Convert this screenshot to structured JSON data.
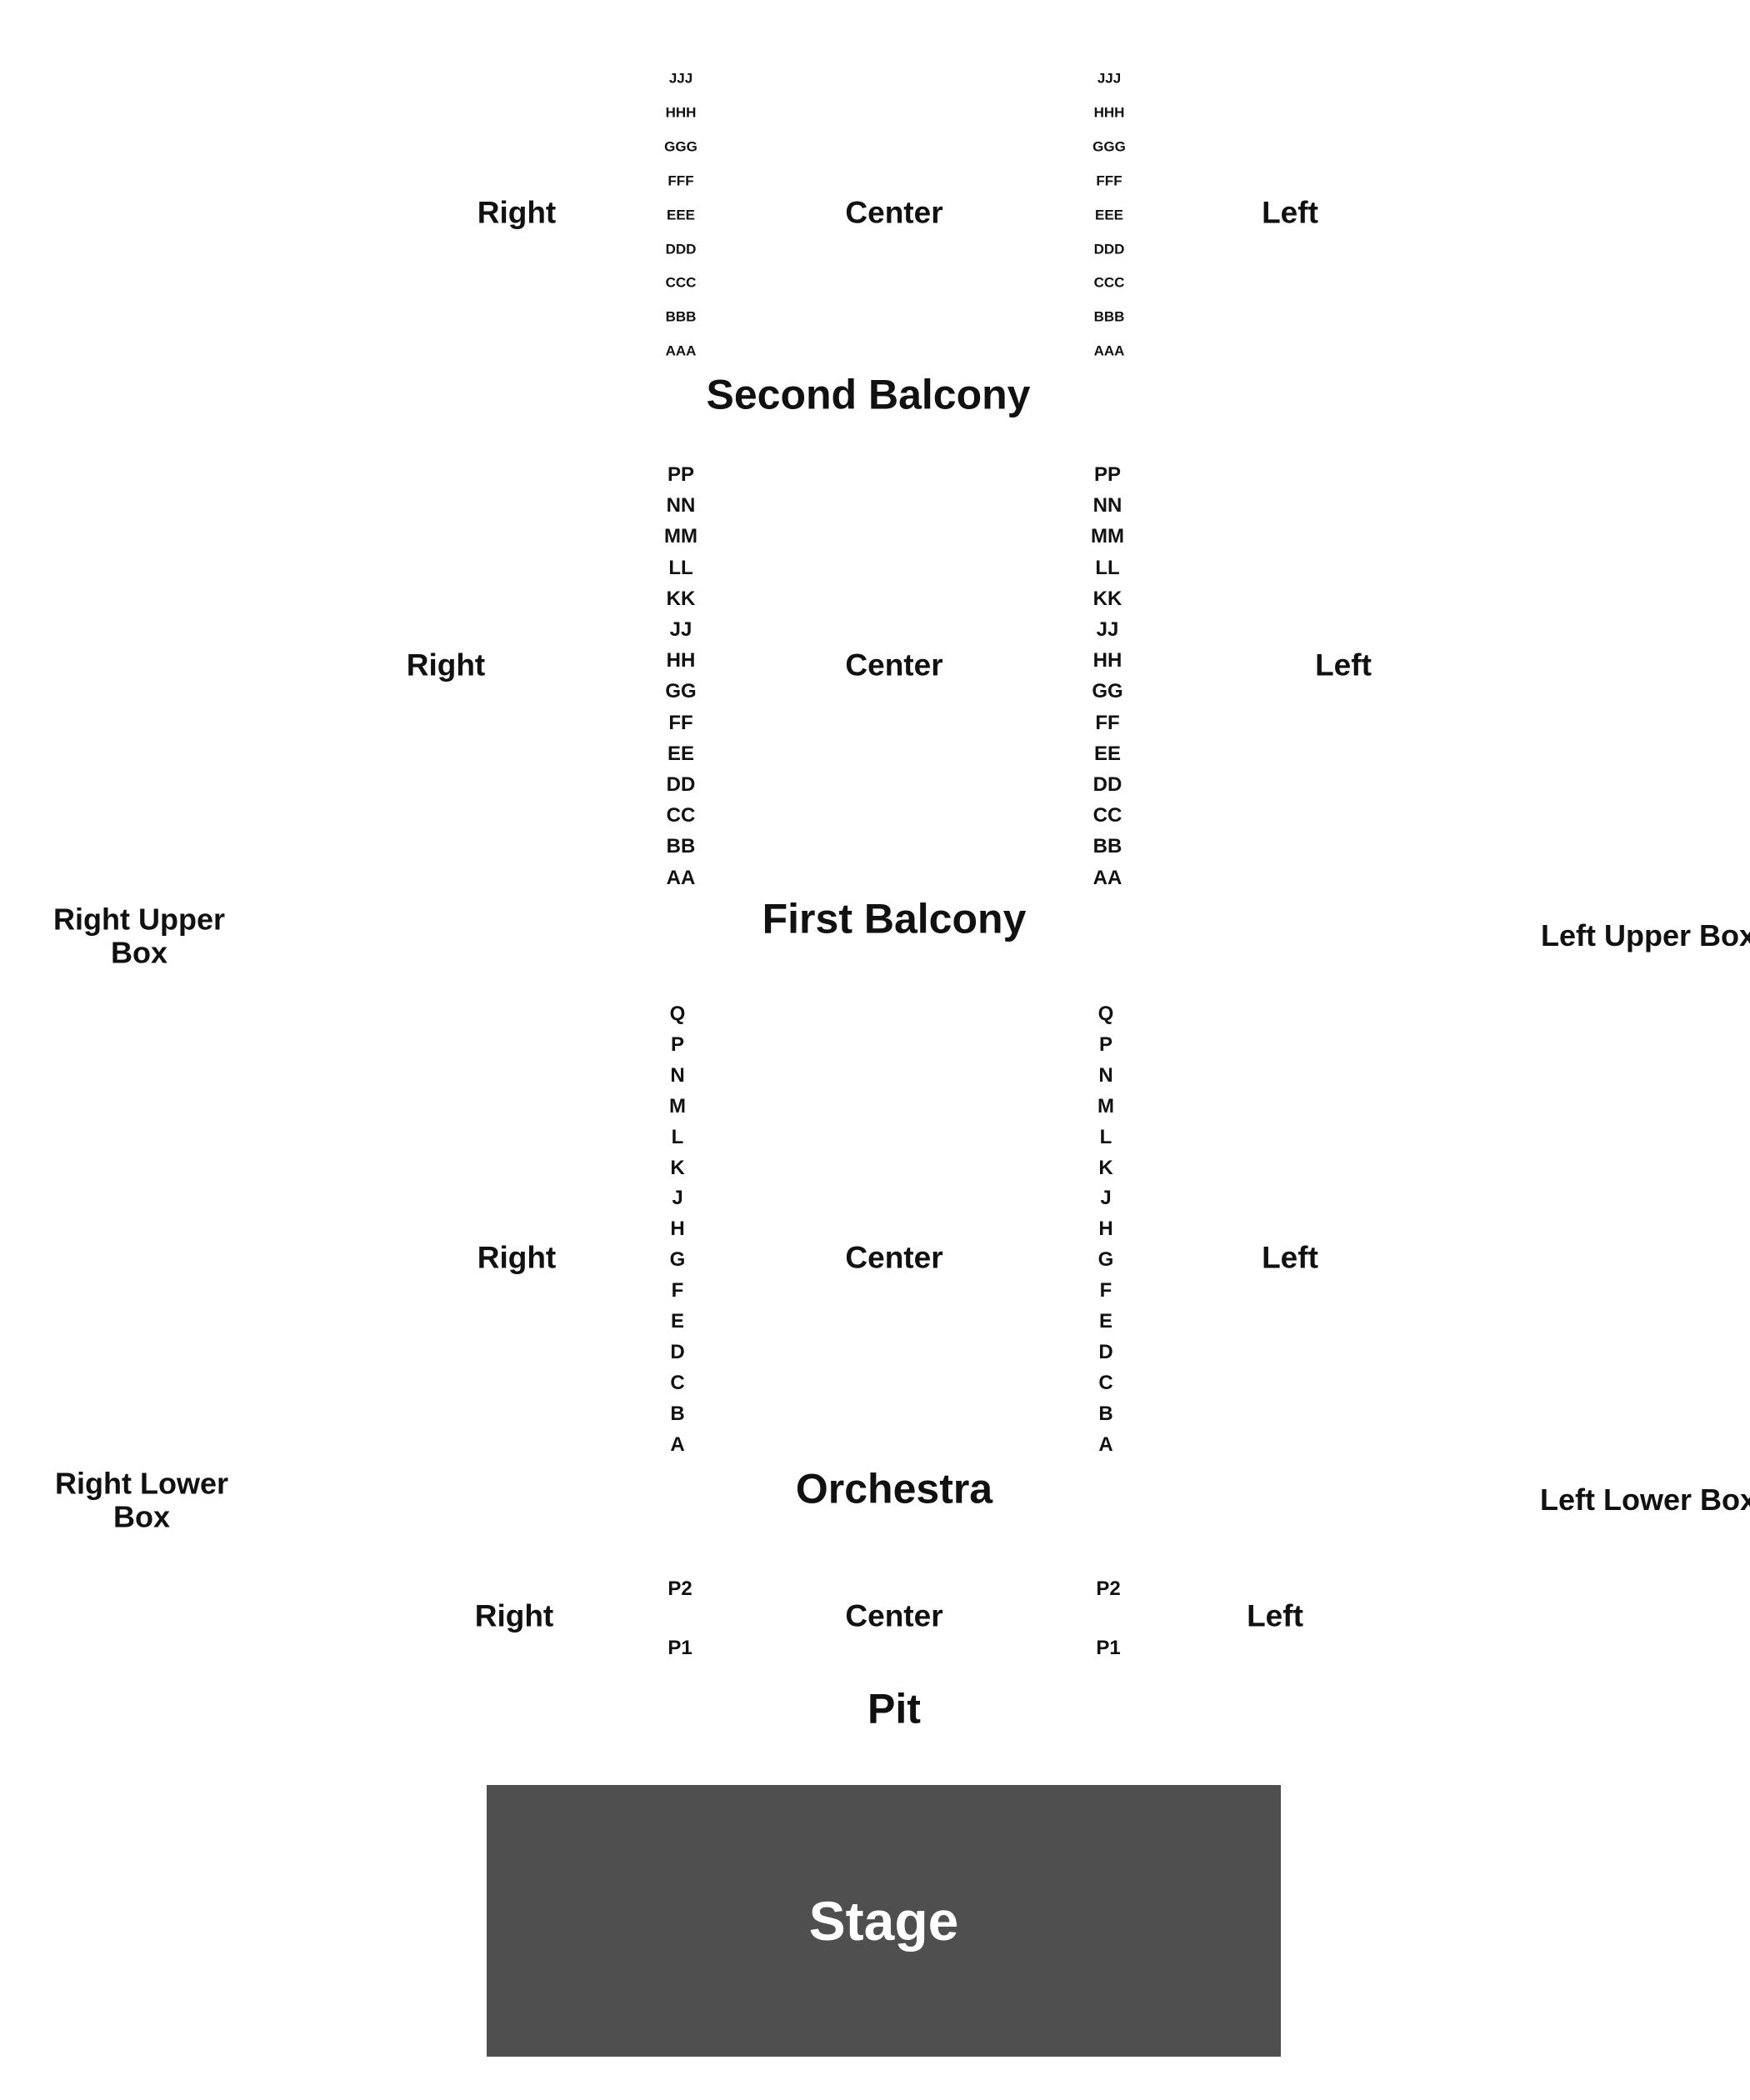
{
  "second_balcony": {
    "title": "Second Balcony",
    "sides": {
      "right": "Right",
      "center": "Center",
      "left": "Left"
    },
    "rows_right_aisle": [
      "JJJ",
      "HHH",
      "GGG",
      "FFF",
      "EEE",
      "DDD",
      "CCC",
      "BBB",
      "AAA"
    ],
    "rows_left_aisle": [
      "JJJ",
      "HHH",
      "GGG",
      "FFF",
      "EEE",
      "DDD",
      "CCC",
      "BBB",
      "AAA"
    ]
  },
  "first_balcony": {
    "title": "First Balcony",
    "sides": {
      "right": "Right",
      "center": "Center",
      "left": "Left"
    },
    "rows_right_aisle": [
      "PP",
      "NN",
      "MM",
      "LL",
      "KK",
      "JJ",
      "HH",
      "GG",
      "FF",
      "EE",
      "DD",
      "CC",
      "BB",
      "AA"
    ],
    "rows_left_aisle": [
      "PP",
      "NN",
      "MM",
      "LL",
      "KK",
      "JJ",
      "HH",
      "GG",
      "FF",
      "EE",
      "DD",
      "CC",
      "BB",
      "AA"
    ]
  },
  "boxes": {
    "right_upper": "Right Upper Box",
    "left_upper": "Left Upper Box",
    "right_lower": "Right Lower Box",
    "left_lower": "Left Lower Box"
  },
  "orchestra": {
    "title": "Orchestra",
    "sides": {
      "right": "Right",
      "center": "Center",
      "left": "Left"
    },
    "rows_right_aisle": [
      "Q",
      "P",
      "N",
      "M",
      "L",
      "K",
      "J",
      "H",
      "G",
      "F",
      "E",
      "D",
      "C",
      "B",
      "A"
    ],
    "rows_left_aisle": [
      "Q",
      "P",
      "N",
      "M",
      "L",
      "K",
      "J",
      "H",
      "G",
      "F",
      "E",
      "D",
      "C",
      "B",
      "A"
    ]
  },
  "pit": {
    "title": "Pit",
    "sides": {
      "right": "Right",
      "center": "Center",
      "left": "Left"
    },
    "rows_right_aisle": [
      "P2",
      "P1"
    ],
    "rows_left_aisle": [
      "P2",
      "P1"
    ]
  },
  "stage": {
    "label": "Stage"
  },
  "colors": {
    "stage_fill": "#4f4f4f",
    "text": "#111111",
    "stage_text": "#ffffff"
  }
}
